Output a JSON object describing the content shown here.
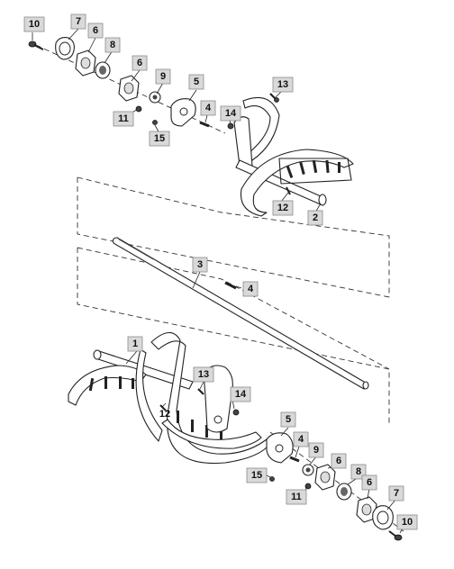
{
  "callouts": {
    "c1": "1",
    "c2": "2",
    "c3": "3",
    "c4_top": "4",
    "c4_mid": "4",
    "c4_bot": "4",
    "c5_top": "5",
    "c5_bot": "5",
    "c6_top_a": "6",
    "c6_top_b": "6",
    "c6_bot_a": "6",
    "c6_bot_b": "6",
    "c7_top": "7",
    "c7_bot": "7",
    "c8_top": "8",
    "c8_bot": "8",
    "c9_top": "9",
    "c9_bot": "9",
    "c10_top": "10",
    "c10_bot": "10",
    "c11_top": "11",
    "c11_bot": "11",
    "c12_top": "12",
    "c12_bot": "12",
    "c13_top": "13",
    "c13_bot": "13",
    "c14_top": "14",
    "c14_bot": "14",
    "c15_top": "15",
    "c15_bot": "15"
  }
}
